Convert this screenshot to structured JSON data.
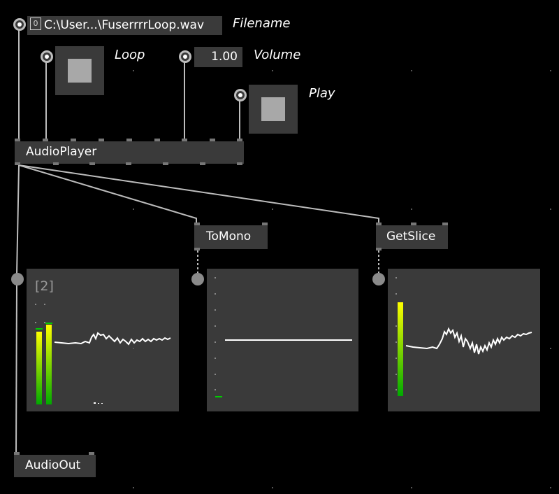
{
  "filename_box": {
    "toggle_label": "0",
    "value": "C:\\User...\\FuserrrrLoop.wav",
    "label": "Filename"
  },
  "loop": {
    "label": "Loop"
  },
  "volume": {
    "value": "1.00",
    "label": "Volume"
  },
  "play": {
    "label": "Play"
  },
  "nodes": {
    "audio_player": "AudioPlayer",
    "to_mono": "ToMono",
    "get_slice": "GetSlice",
    "audio_out": "AudioOut"
  },
  "renderer1": {
    "channel_count": "[2]"
  },
  "colors": {
    "background": "#000000",
    "node": "#3a3a3a",
    "wire": "#bdbdbd",
    "meter_top": "#ffff00",
    "meter_bottom": "#00aa00"
  }
}
